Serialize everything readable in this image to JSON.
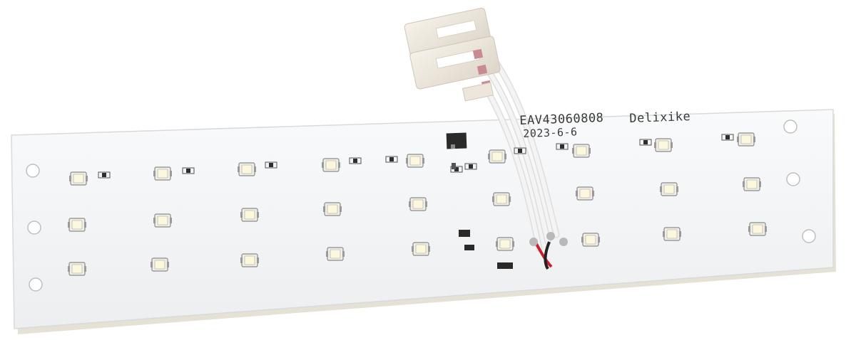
{
  "board": {
    "part_number": "EAV43060808",
    "date": "2023-6-6",
    "brand": "Delixike"
  },
  "colors": {
    "pcb": "#f6f7f8",
    "pcb_edge": "#cfc8b0",
    "connector": "#f1ece4",
    "connector_pins": "#c98a92",
    "wire": "#f2f2f2",
    "led_body": "#f0eee8",
    "led_lens": "#fbf8df"
  },
  "icons": [
    "led-icon",
    "resistor-icon",
    "ic-chip-icon",
    "mounting-hole-icon",
    "connector-icon"
  ]
}
